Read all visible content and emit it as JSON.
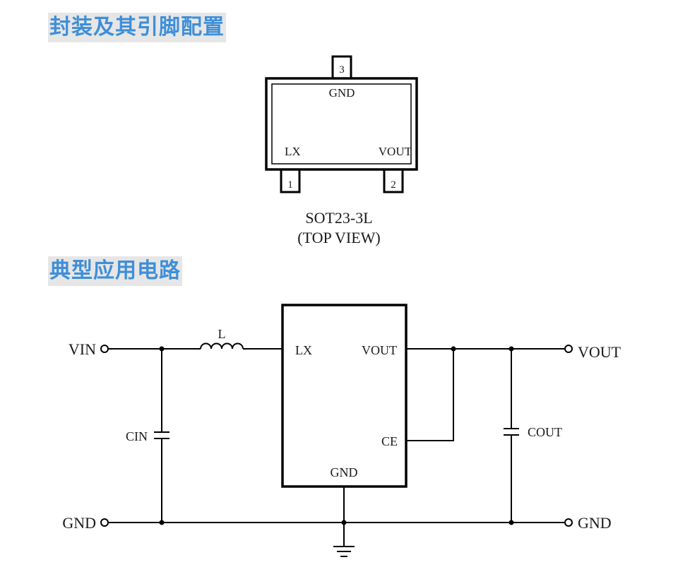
{
  "headings": {
    "package": "封装及其引脚配置",
    "circuit": "典型应用电路"
  },
  "package": {
    "pins": [
      {
        "number": "1",
        "name": "LX"
      },
      {
        "number": "2",
        "name": "VOUT"
      },
      {
        "number": "3",
        "name": "GND"
      }
    ],
    "name": "SOT23-3L",
    "view": "(TOP VIEW)"
  },
  "circuit": {
    "ic_pins": {
      "lx": "LX",
      "vout": "VOUT",
      "ce": "CE",
      "gnd": "GND"
    },
    "terminals": {
      "vin": "VIN",
      "vout": "VOUT",
      "gnd_left": "GND",
      "gnd_right": "GND"
    },
    "components": {
      "inductor": "L",
      "cin": "CIN",
      "cout": "COUT"
    }
  }
}
